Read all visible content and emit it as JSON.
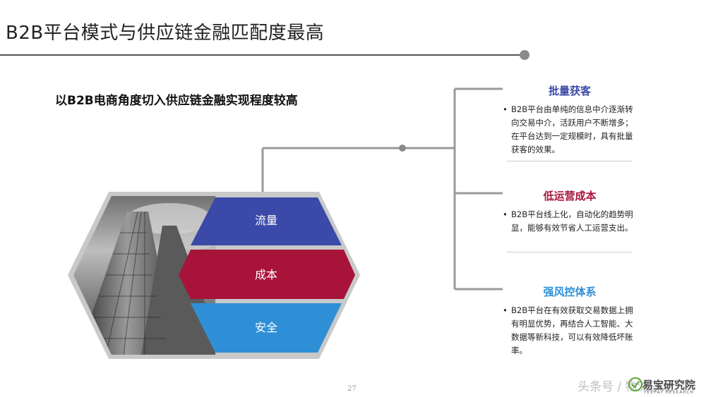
{
  "title": "B2B平台模式与供应链金融匹配度最高",
  "subtitle": "以B2B电商角度切入供应链金融实现程度较高",
  "segments": [
    {
      "label": "流量",
      "color": "#3b4aa8"
    },
    {
      "label": "成本",
      "color": "#a8133a"
    },
    {
      "label": "安全",
      "color": "#2f8fd6"
    }
  ],
  "cards": [
    {
      "title": "批量获客",
      "title_color": "#3b4aa8",
      "bullet": "•",
      "body": "B2B平台由单纯的信息中介逐渐转向交易中介，活跃用户不断增多；在平台达到一定规模时，具有批量获客的效果。"
    },
    {
      "title": "低运营成本",
      "title_color": "#a8133a",
      "bullet": "•",
      "body": "B2B平台线上化，自动化的趋势明显，能够有效节省人工运营支出。"
    },
    {
      "title": "强风控体系",
      "title_color": "#2f8fd6",
      "bullet": "•",
      "body": "B2B平台在有效获取交易数据上拥有明显优势，再结合人工智能、大数据等新科技，可以有效降低坏账率。"
    }
  ],
  "page_number": "27",
  "watermark": "头条号 / 物流沙龙",
  "logo": {
    "text": "易宝研究院",
    "sub": "YEEPAY RESEARCH"
  }
}
